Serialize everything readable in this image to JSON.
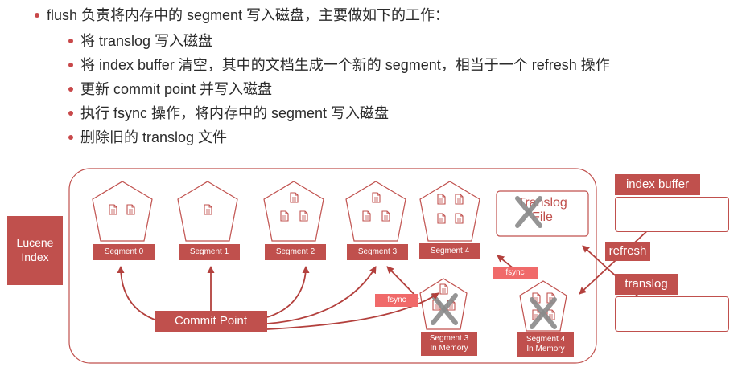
{
  "bullets": {
    "main": "flush 负责将内存中的 segment 写入磁盘，主要做如下的工作：",
    "sub": [
      "将 translog 写入磁盘",
      "将 index buffer 清空，其中的文档生成一个新的 segment，相当于一个 refresh 操作",
      "更新 commit point 并写入磁盘",
      "执行 fsync 操作，将内存中的 segment 写入磁盘",
      "删除旧的 translog 文件"
    ]
  },
  "diagram": {
    "lucene_index": [
      "Lucene",
      "Index"
    ],
    "segments": [
      "Segment 0",
      "Segment 1",
      "Segment 2",
      "Segment 3",
      "Segment 4"
    ],
    "memory_segments": [
      [
        "Segment 3",
        "In Memory"
      ],
      [
        "Segment 4",
        "In Memory"
      ]
    ],
    "translog_file": [
      "Translog",
      "File"
    ],
    "commit_point": "Commit Point",
    "fsync_1": "fsync",
    "fsync_2": "fsync",
    "index_buffer": "index buffer",
    "refresh": "refresh",
    "translog": "translog",
    "colors": {
      "accent": "#c0504d",
      "pill": "#f06a6a",
      "arrow": "#b3403d"
    }
  }
}
